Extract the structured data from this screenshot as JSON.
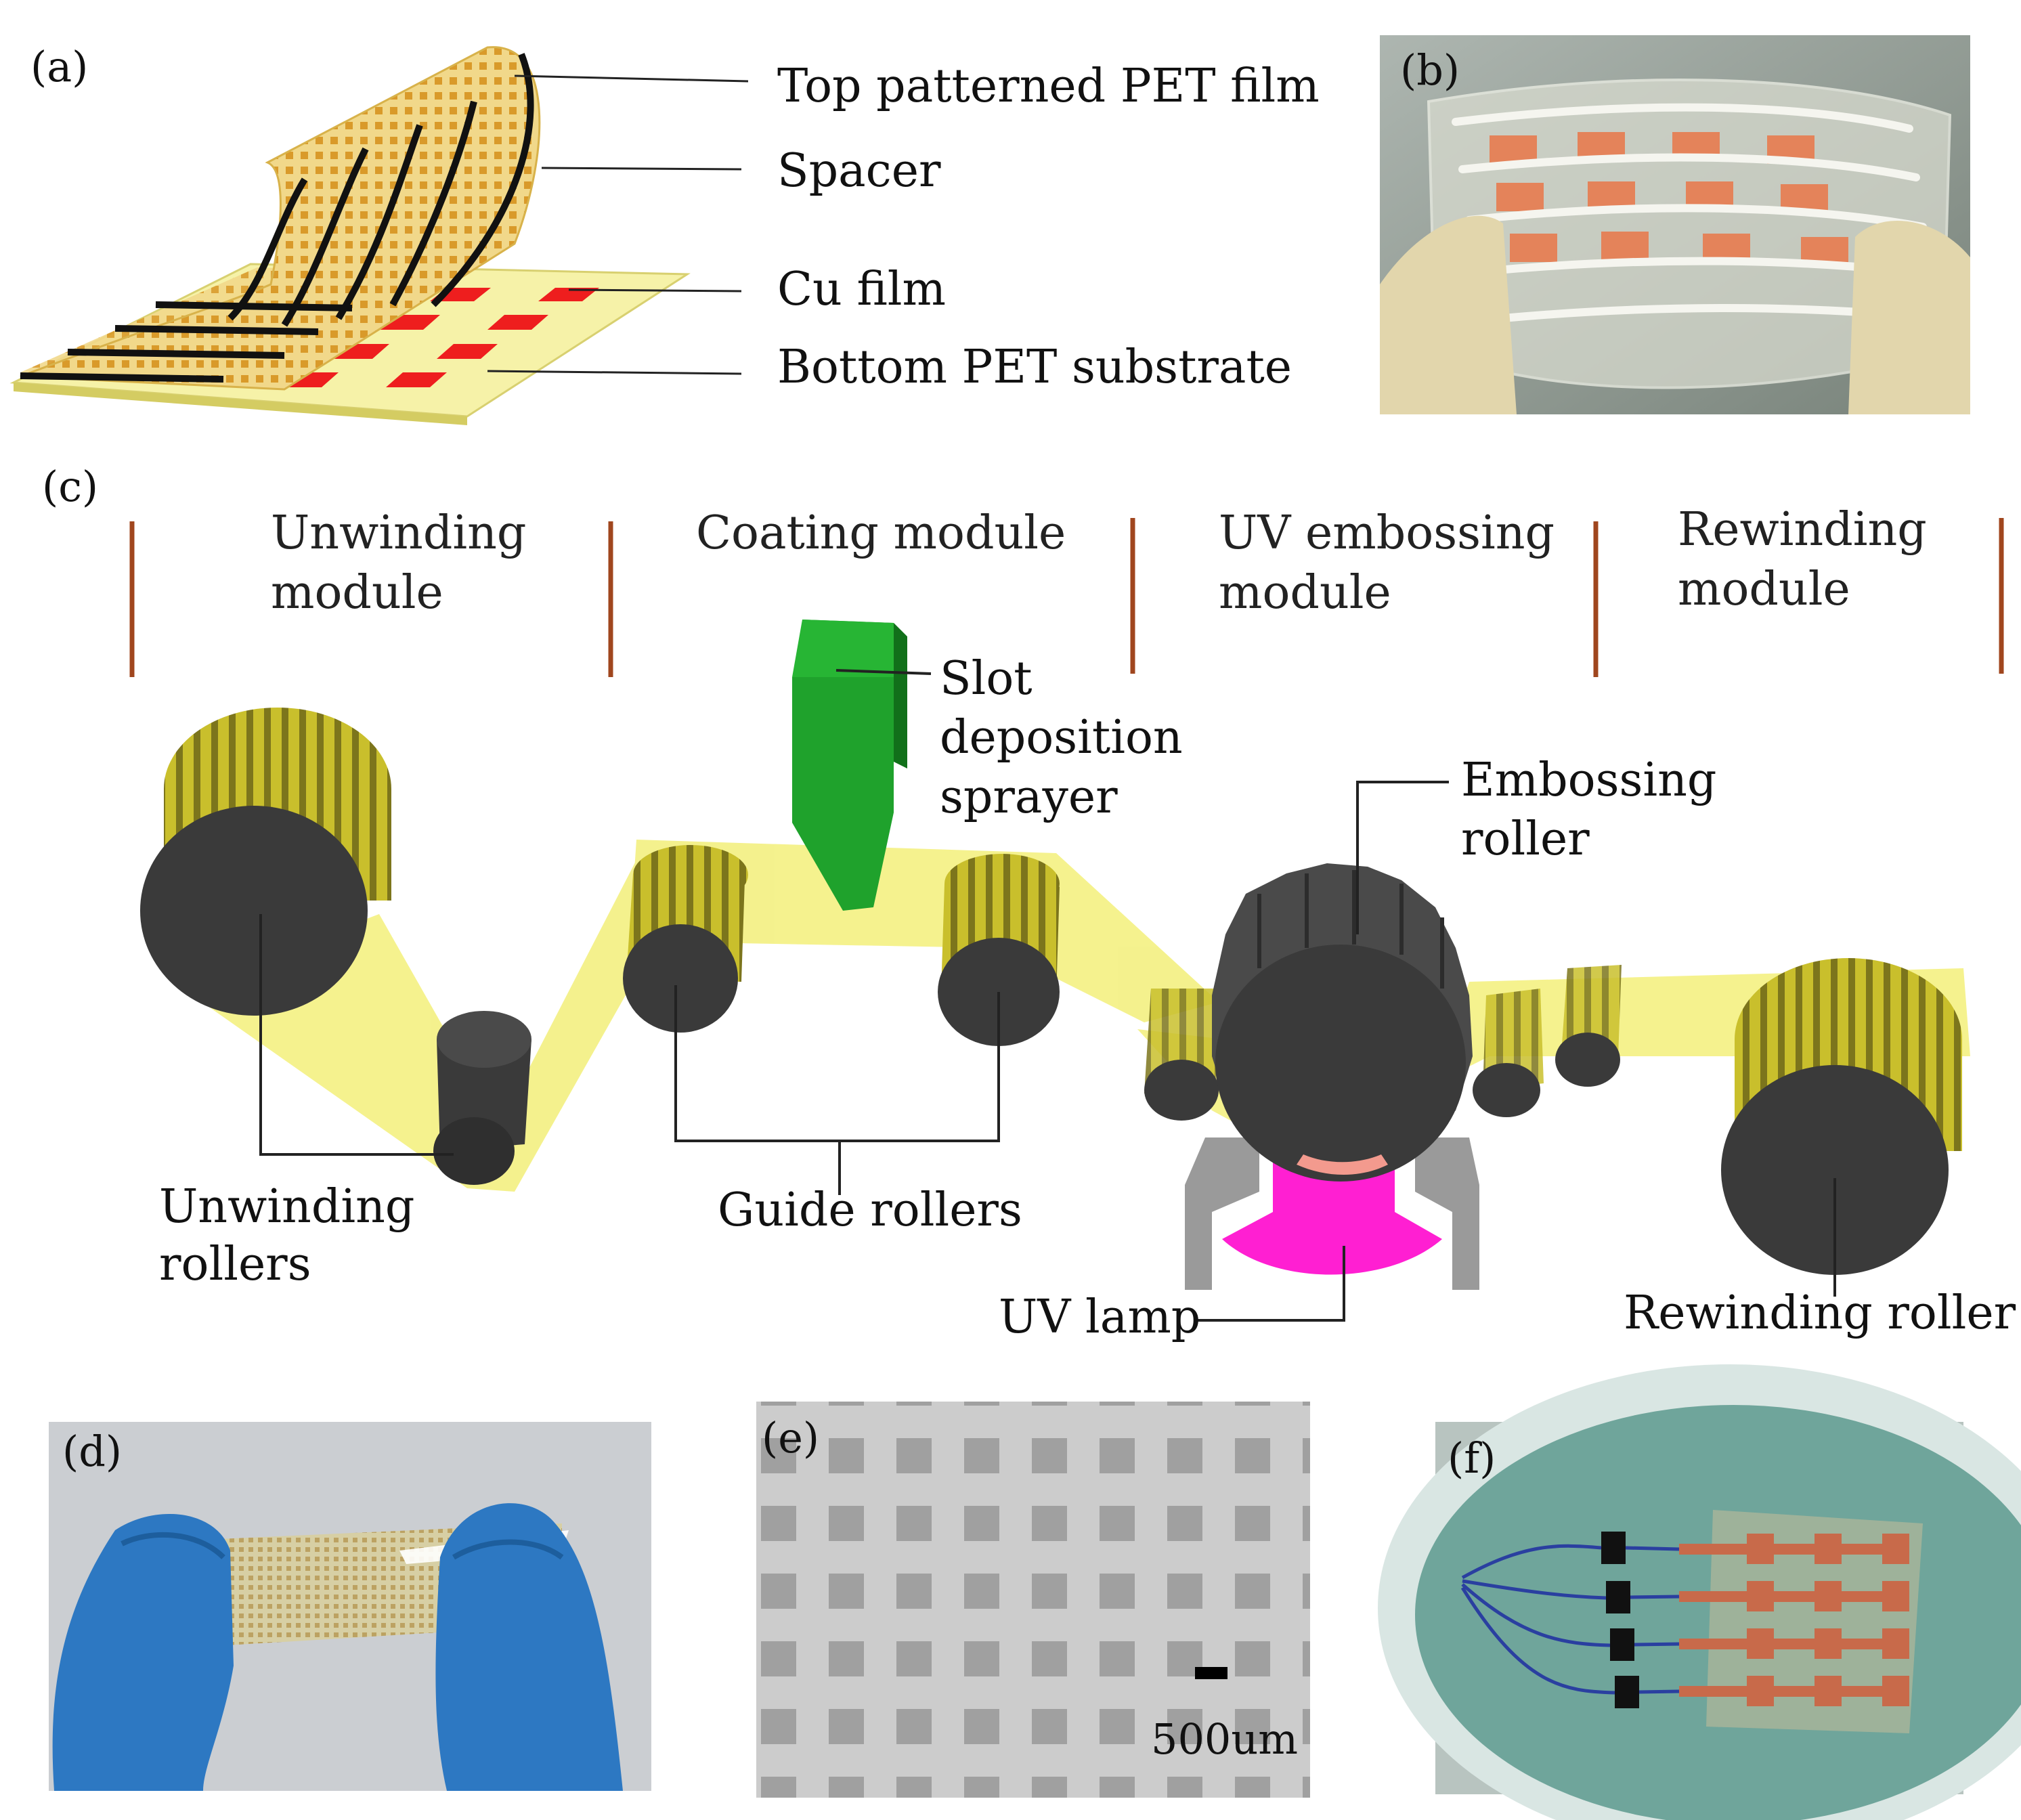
{
  "panels": {
    "a": {
      "tag": "(a)",
      "labels": {
        "top_film": "Top patterned  PET film",
        "spacer": "Spacer",
        "cu_film": "Cu film",
        "bottom_substrate": "Bottom PET substrate"
      }
    },
    "b": {
      "tag": "(b)"
    },
    "c": {
      "tag": "(c)",
      "modules": [
        {
          "line1": "Unwinding",
          "line2": "module"
        },
        {
          "line1": "Coating module",
          "line2": ""
        },
        {
          "line1": "UV embossing",
          "line2": "module"
        },
        {
          "line1": "Rewinding",
          "line2": "module"
        }
      ],
      "labels": {
        "slot_1": "Slot",
        "slot_2": "deposition",
        "slot_3": "sprayer",
        "emboss_1": "Embossing",
        "emboss_2": "roller",
        "unwind_1": "Unwinding",
        "unwind_2": "rollers",
        "guide": "Guide rollers",
        "uv_lamp": "UV lamp",
        "rewind": "Rewinding roller"
      }
    },
    "d": {
      "tag": "(d)"
    },
    "e": {
      "tag": "(e)",
      "scale_bar": "500um"
    },
    "f": {
      "tag": "(f)"
    }
  },
  "colors": {
    "film": "#f2ee6e",
    "roller_body": "#3a3a3a",
    "roller_stripe": "#8a8420",
    "sprayer": "#1f9a2a",
    "uv_lamp": "#ff1fd2",
    "module_divider": "#a0461e",
    "cu_pad": "#ee1e1e"
  }
}
